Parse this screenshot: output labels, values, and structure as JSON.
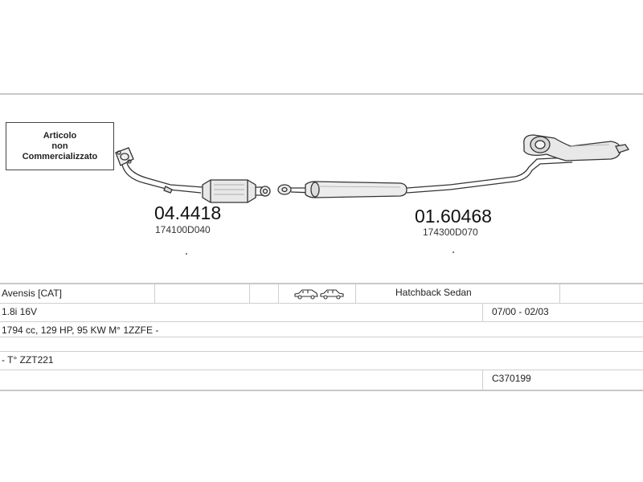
{
  "note": {
    "line1": "Articolo",
    "line2": "non",
    "line3": "Commercializzato"
  },
  "parts": [
    {
      "number": "04.4418",
      "oem": "174100D040"
    },
    {
      "number": "01.60468",
      "oem": "174300D070"
    }
  ],
  "vehicle": {
    "model": "Avensis  [CAT]",
    "body": "Hatchback Sedan",
    "engine": "1.8i 16V",
    "years": "07/00 - 02/03",
    "specs": "1794 cc, 129 HP, 95 KW M° 1ZZFE -",
    "type": "- T° ZZT221",
    "catalog_code": "C370199"
  },
  "icons": [
    "hatchback-car-icon",
    "sedan-car-icon"
  ]
}
